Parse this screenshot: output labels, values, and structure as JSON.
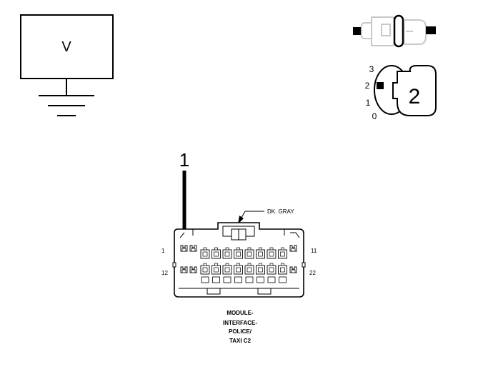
{
  "voltmeter": {
    "label": "V"
  },
  "ignition": {
    "positions": [
      "3",
      "2",
      "1",
      "0"
    ],
    "selected": "2"
  },
  "callout": {
    "number": "1"
  },
  "connector": {
    "color_label": "DK. GRAY",
    "pin_first_top": "1",
    "pin_last_top": "11",
    "pin_first_bottom": "12",
    "pin_last_bottom": "22",
    "caption_lines": [
      "MODULE-",
      "INTERFACE-",
      "POLICE/",
      "TAXI C2"
    ]
  }
}
